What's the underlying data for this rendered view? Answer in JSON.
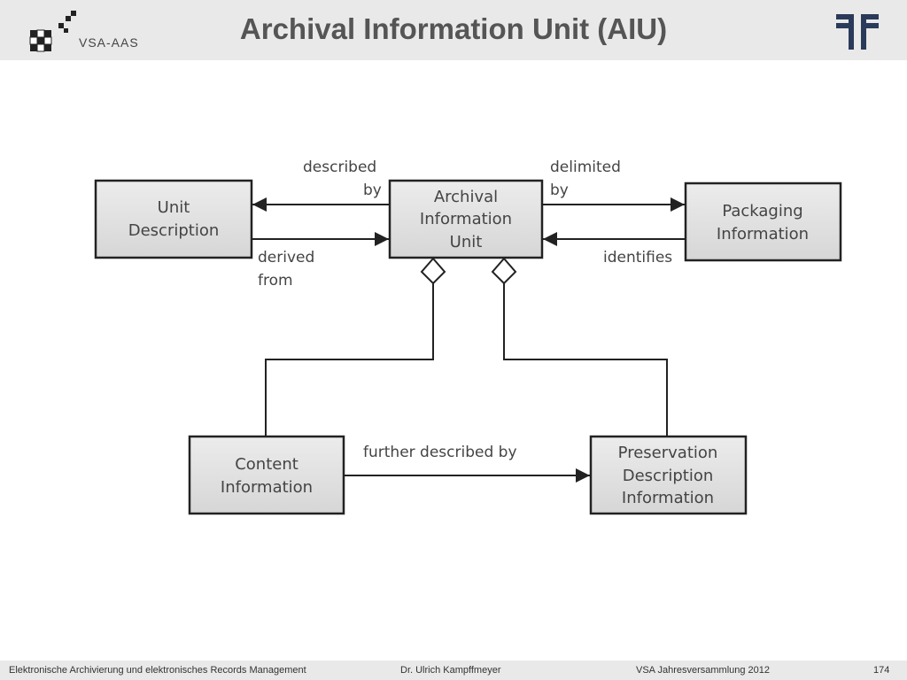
{
  "header": {
    "title": "Archival Information Unit (AIU)",
    "logo_left_text": "VSA-AAS"
  },
  "diagram": {
    "nodes": {
      "unit_description": [
        "Unit",
        "Description"
      ],
      "aiu": [
        "Archival",
        "Information",
        "Unit"
      ],
      "packaging": [
        "Packaging",
        "Information"
      ],
      "content": [
        "Content",
        "Information"
      ],
      "preservation": [
        "Preservation",
        "Description",
        "Information"
      ]
    },
    "edges": {
      "described_by": [
        "described",
        "by"
      ],
      "derived_from": [
        "derived",
        "from"
      ],
      "delimited_by": [
        "delimited",
        "by"
      ],
      "identifies": "identifies",
      "further_described_by": "further described by"
    }
  },
  "footer": {
    "left": "Elektronische Archivierung und elektronisches Records Management",
    "center": "Dr. Ulrich Kampffmeyer",
    "right": "VSA Jahresversammlung 2012",
    "page": "174"
  },
  "colors": {
    "header_bg": "#e9e9e9",
    "box_fill": "#dedede",
    "text": "#444444"
  }
}
